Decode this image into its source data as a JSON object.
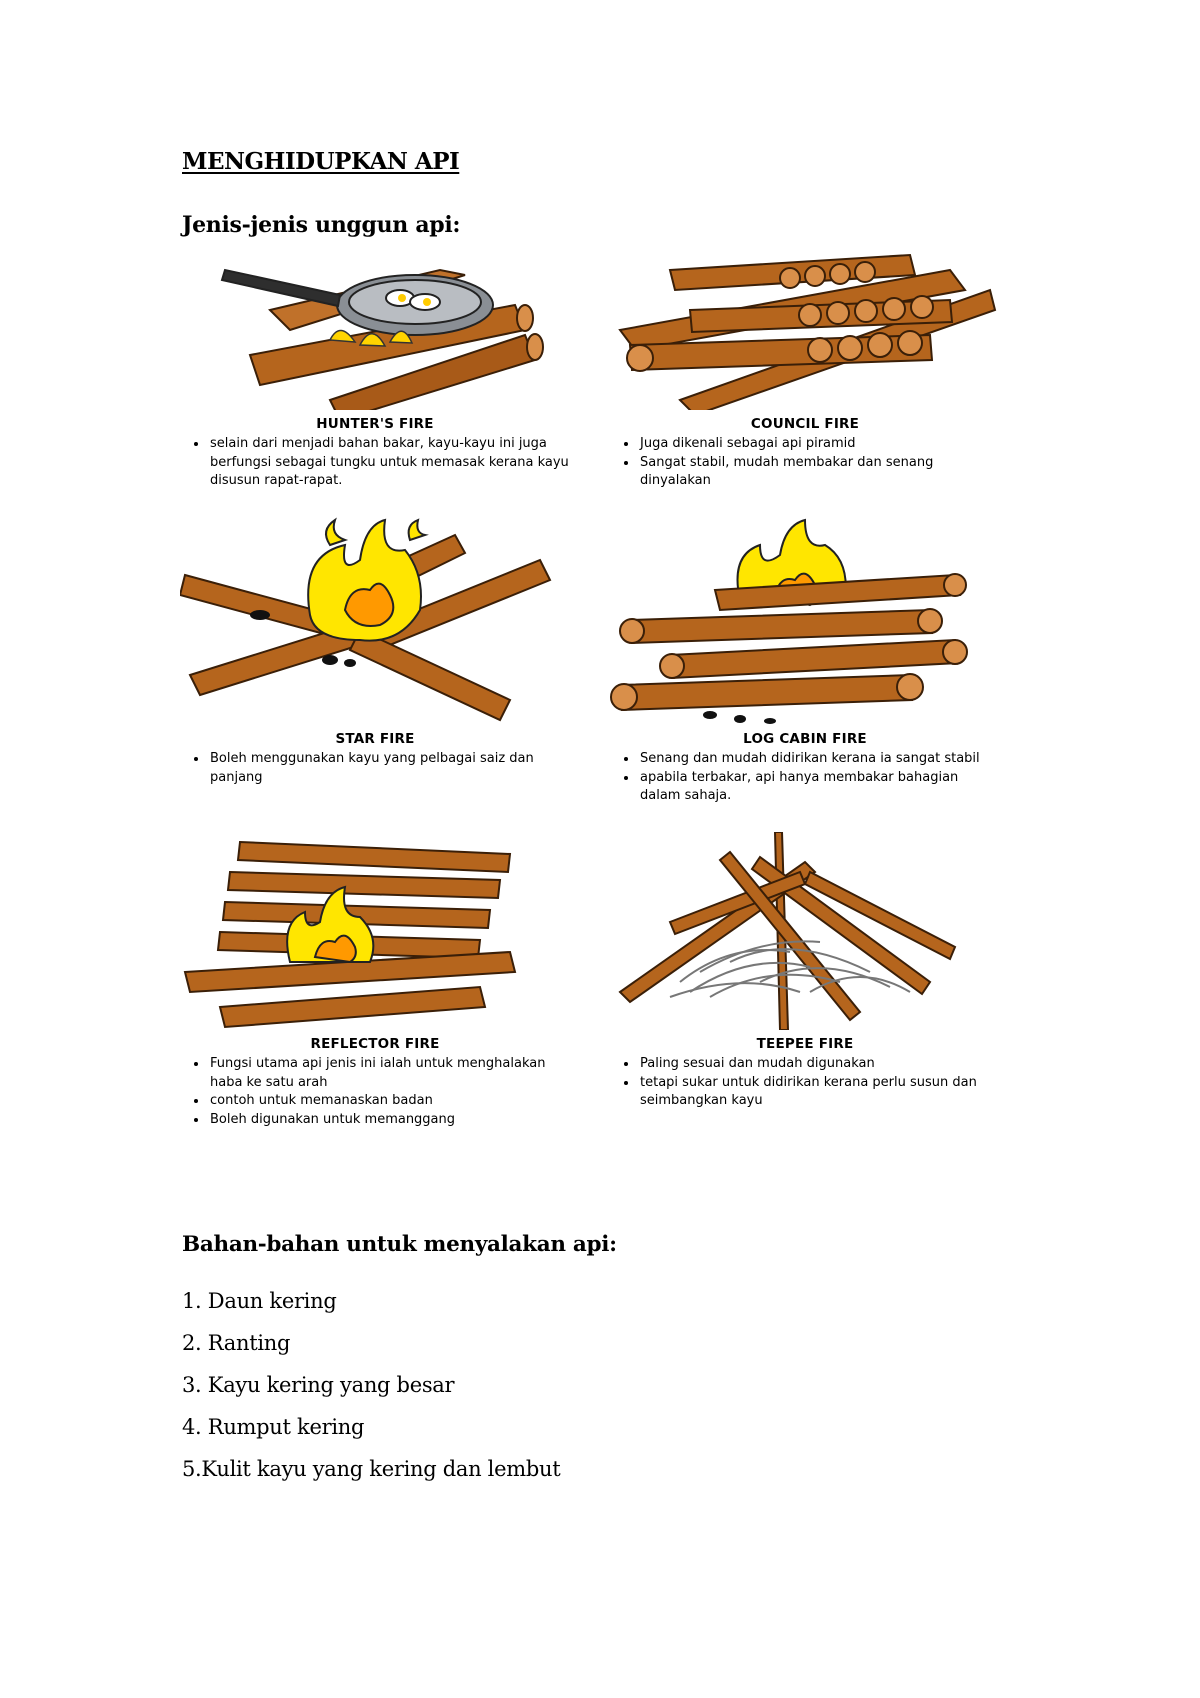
{
  "document": {
    "title": "MENGHIDUPKAN API",
    "subtitle": "Jenis-jenis unggun api:"
  },
  "fires": [
    {
      "name": "HUNTER'S FIRE",
      "points": [
        "selain dari menjadi bahan bakar, kayu-kayu ini juga berfungsi sebagai tungku untuk memasak kerana kayu disusun rapat-rapat."
      ]
    },
    {
      "name": "COUNCIL FIRE",
      "points": [
        "Juga dikenali sebagai api piramid",
        "Sangat stabil, mudah membakar dan senang dinyalakan"
      ]
    },
    {
      "name": "STAR FIRE",
      "points": [
        "Boleh menggunakan kayu yang pelbagai saiz dan panjang"
      ]
    },
    {
      "name": "LOG CABIN FIRE",
      "points": [
        "Senang dan mudah didirikan kerana ia sangat stabil",
        "apabila terbakar, api hanya membakar bahagian dalam sahaja."
      ]
    },
    {
      "name": "REFLECTOR FIRE",
      "points": [
        "Fungsi utama api jenis ini ialah untuk menghalakan haba ke satu arah",
        "contoh untuk memanaskan badan",
        "Boleh digunakan untuk memanggang"
      ]
    },
    {
      "name": "TEEPEE FIRE",
      "points": [
        "Paling sesuai dan mudah digunakan",
        "tetapi sukar untuk didirikan kerana perlu susun dan seimbangkan kayu"
      ]
    }
  ],
  "materials": {
    "heading": "Bahan-bahan untuk menyalakan api:",
    "items": [
      "1. Daun kering",
      "2. Ranting",
      "3. Kayu kering yang besar",
      "4. Rumput kering",
      "5.Kulit kayu yang kering dan lembut"
    ]
  },
  "colors": {
    "wood": "#b5651d",
    "wood_dark": "#6b3a12",
    "flame_yellow": "#ffe600",
    "flame_orange": "#ff9900",
    "pan": "#8a8f95"
  }
}
